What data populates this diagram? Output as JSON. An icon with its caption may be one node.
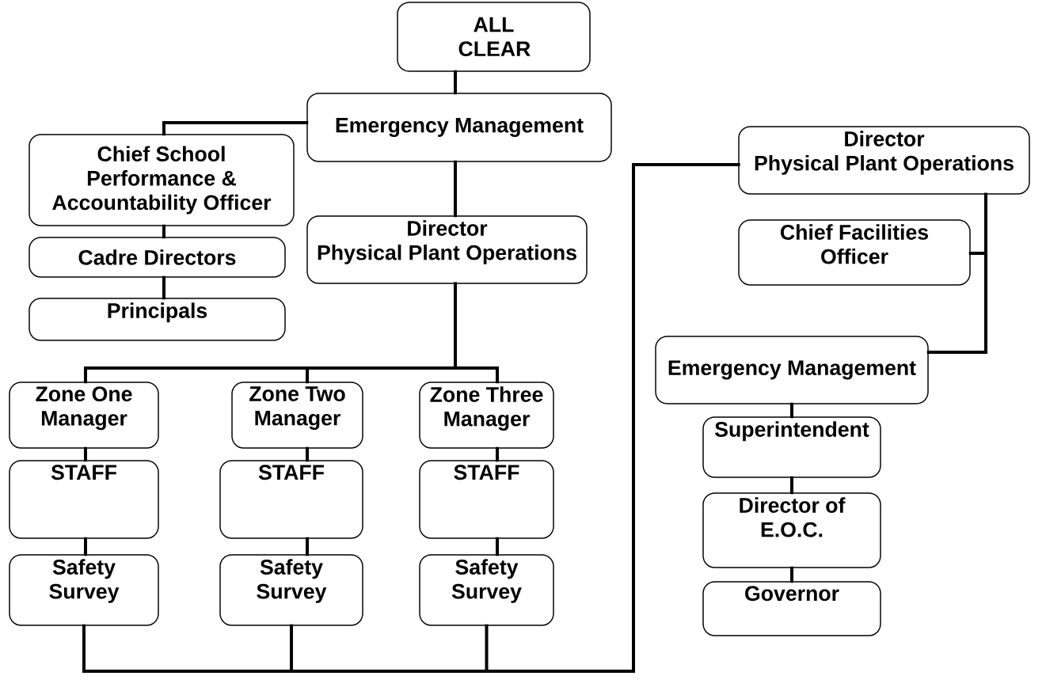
{
  "diagram": {
    "nodes": [
      {
        "text": [
          "ALL CLEAR"
        ]
      },
      {
        "text": [
          "Emergency Management"
        ]
      },
      {
        "text": [
          "Chief School Performance & Accountability Officer"
        ]
      },
      {
        "text": [
          "Cadre Directors"
        ]
      },
      {
        "text": [
          "Principals"
        ]
      },
      {
        "text": [
          "Director",
          "Physical Plant Operations"
        ]
      },
      {
        "text": [
          "Zone One Manager"
        ]
      },
      {
        "text": [
          "Zone Two Manager"
        ]
      },
      {
        "text": [
          "Zone Three Manager"
        ]
      },
      {
        "text": [
          "STAFF"
        ]
      },
      {
        "text": [
          "STAFF"
        ]
      },
      {
        "text": [
          "STAFF"
        ]
      },
      {
        "text": [
          "Safety Survey"
        ]
      },
      {
        "text": [
          "Safety Survey"
        ]
      },
      {
        "text": [
          "Safety Survey"
        ]
      },
      {
        "text": [
          "Director",
          "Physical Plant Operations"
        ]
      },
      {
        "text": [
          "Chief Facilities Officer"
        ]
      },
      {
        "text": [
          "Emergency Management"
        ]
      },
      {
        "text": [
          "Superintendent"
        ]
      },
      {
        "text": [
          "Director of E.O.C."
        ]
      },
      {
        "text": [
          "Governor"
        ]
      }
    ],
    "edges": [
      {
        "from": 0,
        "to": 1,
        "arrow": "none"
      },
      {
        "from": 1,
        "to": 2,
        "arrow": "none"
      },
      {
        "from": 1,
        "to": 5,
        "arrow": "none"
      },
      {
        "from": 2,
        "to": 3,
        "arrow": "none"
      },
      {
        "from": 3,
        "to": 4,
        "arrow": "none"
      },
      {
        "from": 5,
        "to": 6,
        "arrow": "none"
      },
      {
        "from": 5,
        "to": 7,
        "arrow": "none"
      },
      {
        "from": 5,
        "to": 8,
        "arrow": "none"
      },
      {
        "from": 6,
        "to": 9,
        "arrow": "none"
      },
      {
        "from": 7,
        "to": 10,
        "arrow": "none"
      },
      {
        "from": 8,
        "to": 11,
        "arrow": "none"
      },
      {
        "from": 9,
        "to": 12,
        "arrow": "none"
      },
      {
        "from": 10,
        "to": 13,
        "arrow": "none"
      },
      {
        "from": 11,
        "to": 14,
        "arrow": "none"
      },
      {
        "from": 12,
        "to": 15,
        "arrow": "none"
      },
      {
        "from": 13,
        "to": 15,
        "arrow": "none"
      },
      {
        "from": 14,
        "to": 15,
        "arrow": "none"
      },
      {
        "from": 15,
        "to": 16,
        "arrow": "none"
      },
      {
        "from": 15,
        "to": 17,
        "arrow": "none"
      },
      {
        "from": 17,
        "to": 18,
        "arrow": "none"
      },
      {
        "from": 18,
        "to": 19,
        "arrow": "none"
      },
      {
        "from": 19,
        "to": 20,
        "arrow": "none"
      }
    ]
  }
}
